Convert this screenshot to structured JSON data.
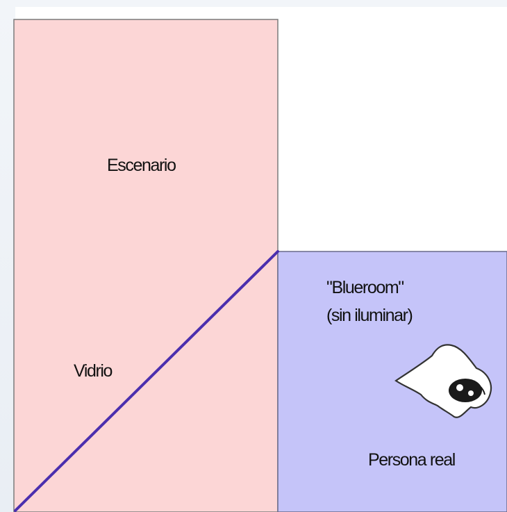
{
  "diagram": {
    "labels": {
      "stage": "Escenario",
      "glass": "Vidrio",
      "blueroom_line1": "\"Blueroom\"",
      "blueroom_line2": "(sin iluminar)",
      "person": "Persona real"
    },
    "colors": {
      "stage_fill": "#fcd6d6",
      "blueroom_fill": "#c5c4f9",
      "glass_line": "#4b2fae",
      "outline": "#7a7a7a",
      "background": "#ffffff"
    },
    "icons": {
      "figure": "ghost-icon"
    }
  }
}
